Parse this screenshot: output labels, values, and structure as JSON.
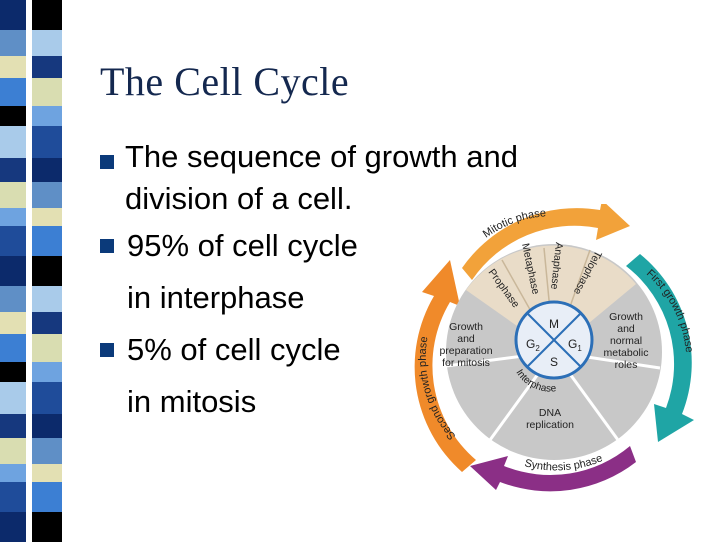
{
  "slide": {
    "title": "The Cell Cycle",
    "bullets": [
      {
        "lines": [
          "The sequence of growth and",
          "division of a cell."
        ]
      },
      {
        "lines": [
          "95% of cell cycle",
          "in interphase"
        ]
      },
      {
        "lines": [
          "5% of cell cycle",
          "in mitosis"
        ]
      }
    ],
    "accent_color": "#0b3a7a"
  },
  "diagram": {
    "outer_labels": {
      "mitotic": "Mitotic phase",
      "first_growth": "First growth phase",
      "synthesis": "Synthesis phase",
      "second_growth": "Second growth phase"
    },
    "mitosis_stages": [
      "Prophase",
      "Metaphase",
      "Anaphase",
      "Telophase"
    ],
    "sectors": {
      "left": [
        "Growth",
        "and",
        "preparation",
        "for mitosis"
      ],
      "right": [
        "Growth",
        "and",
        "normal",
        "metabolic",
        "roles"
      ],
      "bottom": [
        "DNA",
        "replication"
      ]
    },
    "center": {
      "m": "M",
      "g2": "G",
      "g2_sub": "2",
      "g1": "G",
      "g1_sub": "1",
      "s": "S",
      "interphase": "Interphase"
    },
    "colors": {
      "mitotic_arrow": "#f2a23a",
      "first_growth_arrow": "#1fa5a5",
      "synthesis_arrow": "#8b2f86",
      "second_growth_arrow": "#f08a2a",
      "sector_fill": "#c8c8c8",
      "mitosis_fill": "#e9dcc8",
      "center_blue": "#2c6fb7"
    }
  }
}
